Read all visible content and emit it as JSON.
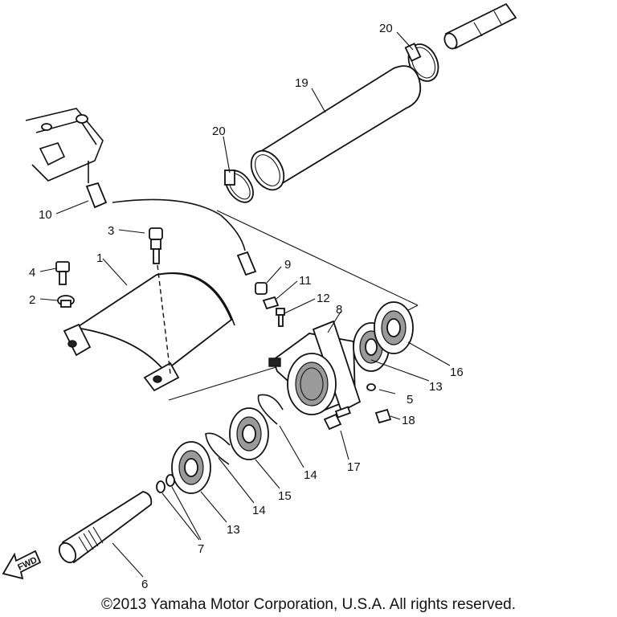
{
  "callouts": {
    "c1": "1",
    "c2": "2",
    "c3": "3",
    "c4": "4",
    "c5": "5",
    "c6": "6",
    "c7": "7",
    "c8": "8",
    "c9": "9",
    "c10": "10",
    "c11": "11",
    "c12": "12",
    "c13a": "13",
    "c13b": "13",
    "c14a": "14",
    "c14b": "14",
    "c15": "15",
    "c16": "16",
    "c17": "17",
    "c18": "18",
    "c19": "19",
    "c20a": "20",
    "c20b": "20"
  },
  "fwd_label": "FWD",
  "copyright": "©2013 Yamaha Motor Corporation, U.S.A. All rights reserved."
}
